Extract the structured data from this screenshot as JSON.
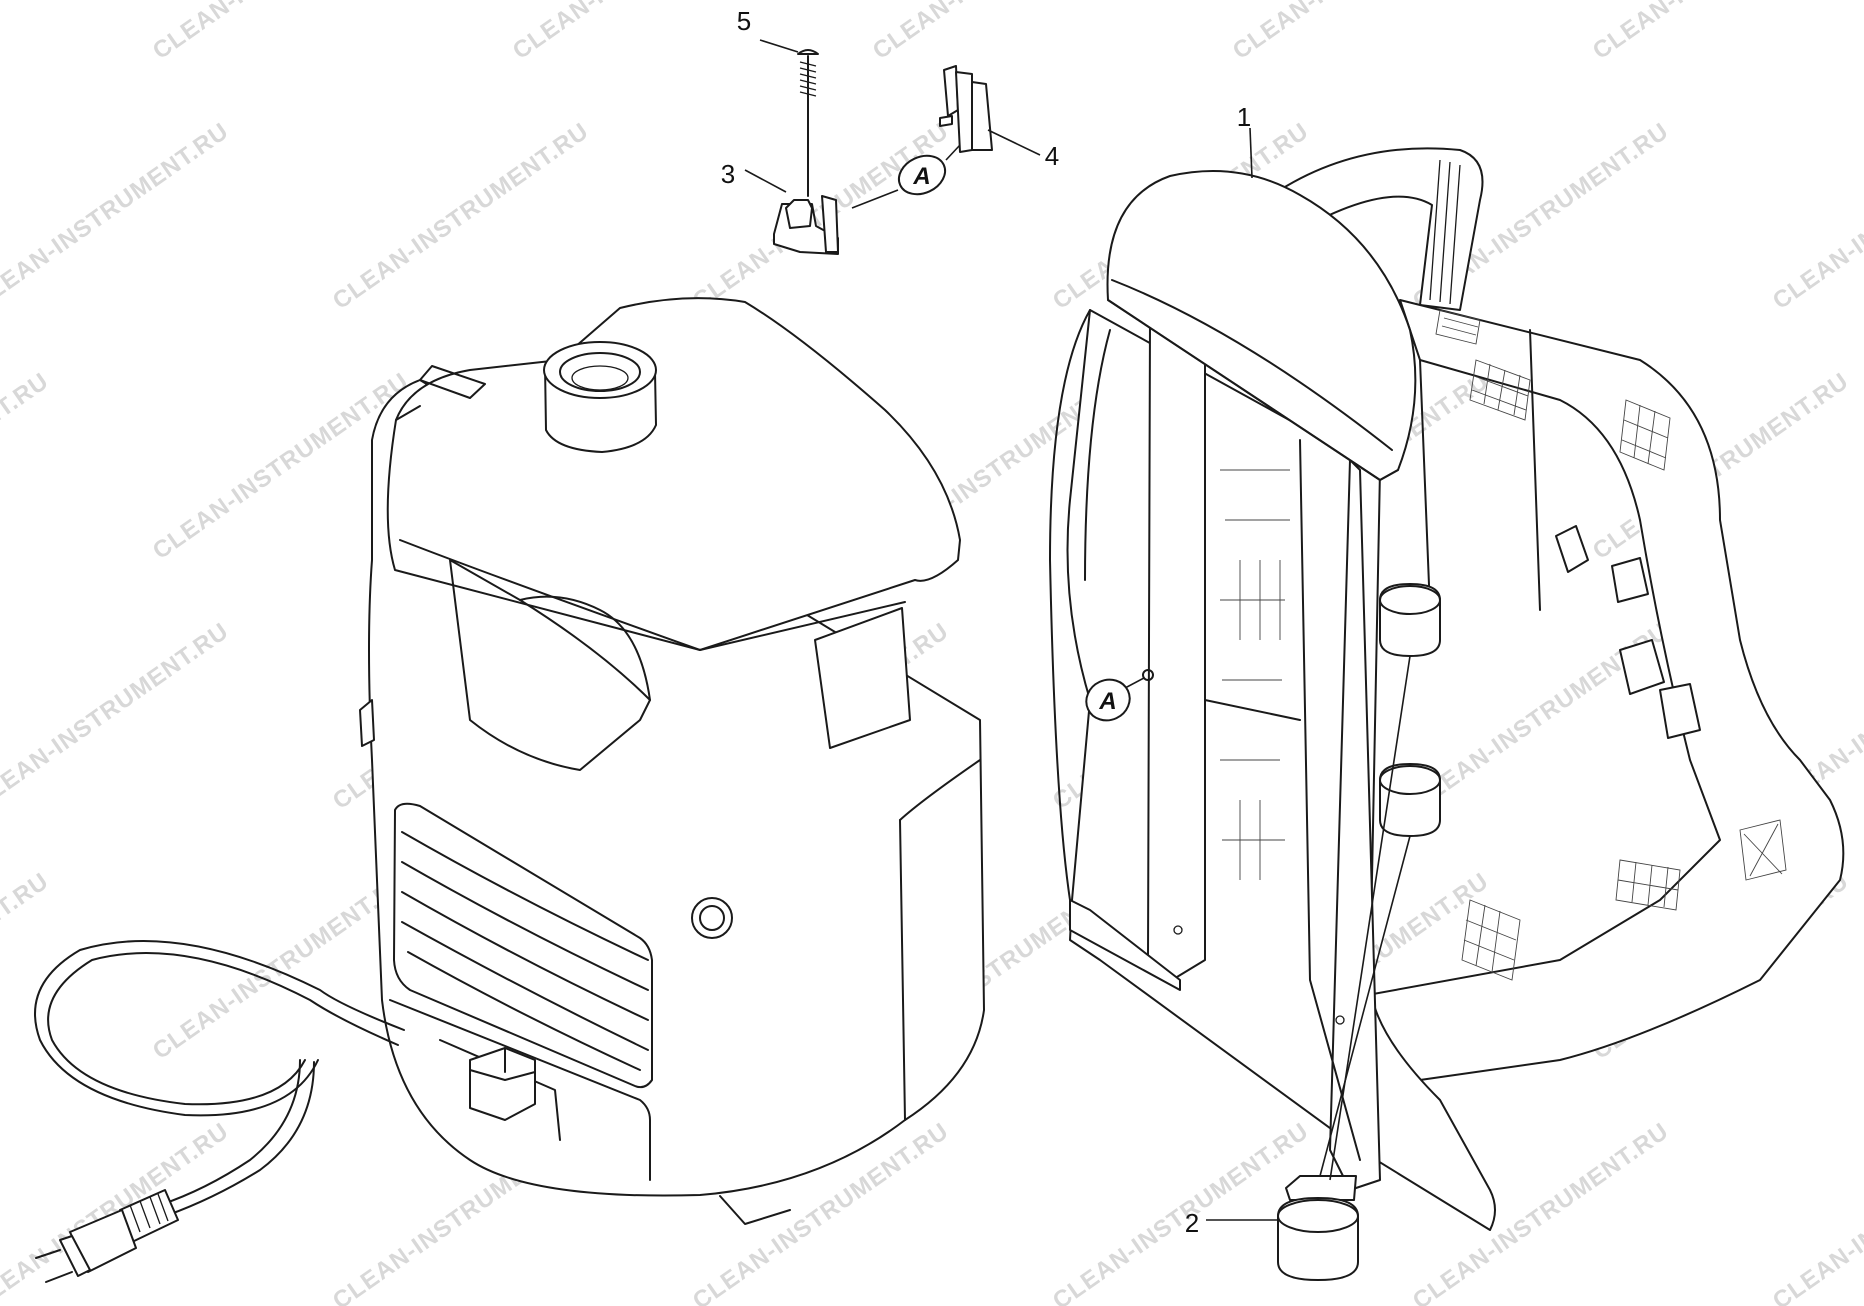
{
  "watermark": "CLEAN-INSTRUMENT.RU",
  "callouts": [
    {
      "id": "1",
      "text": "1"
    },
    {
      "id": "2",
      "text": "2"
    },
    {
      "id": "3",
      "text": "3"
    },
    {
      "id": "4",
      "text": "4"
    },
    {
      "id": "5",
      "text": "5"
    }
  ],
  "ref_marks": [
    {
      "id": "A-top",
      "text": "A"
    },
    {
      "id": "A-frame",
      "text": "A"
    }
  ],
  "colors": {
    "line": "#1a1a1a",
    "watermark": "#d8d8d8",
    "background": "#ffffff"
  }
}
